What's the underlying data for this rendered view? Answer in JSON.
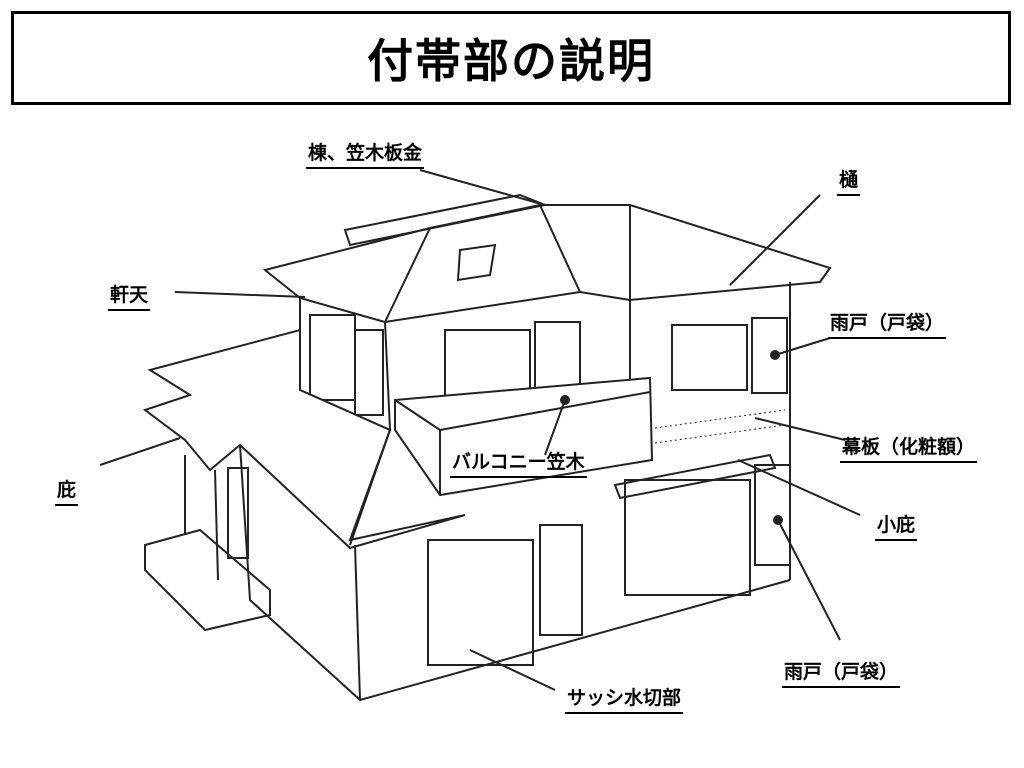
{
  "title": "付帯部の説明",
  "labels": {
    "ridge": "棟、笠木板金",
    "gutter": "樋",
    "soffit": "軒天",
    "shutter_upper": "雨戸（戸袋）",
    "fascia_board": "幕板（化粧額）",
    "balcony_coping": "バルコニー笠木",
    "canopy": "庇",
    "small_canopy": "小庇",
    "shutter_lower": "雨戸（戸袋）",
    "sash_flashing": "サッシ水切部"
  }
}
